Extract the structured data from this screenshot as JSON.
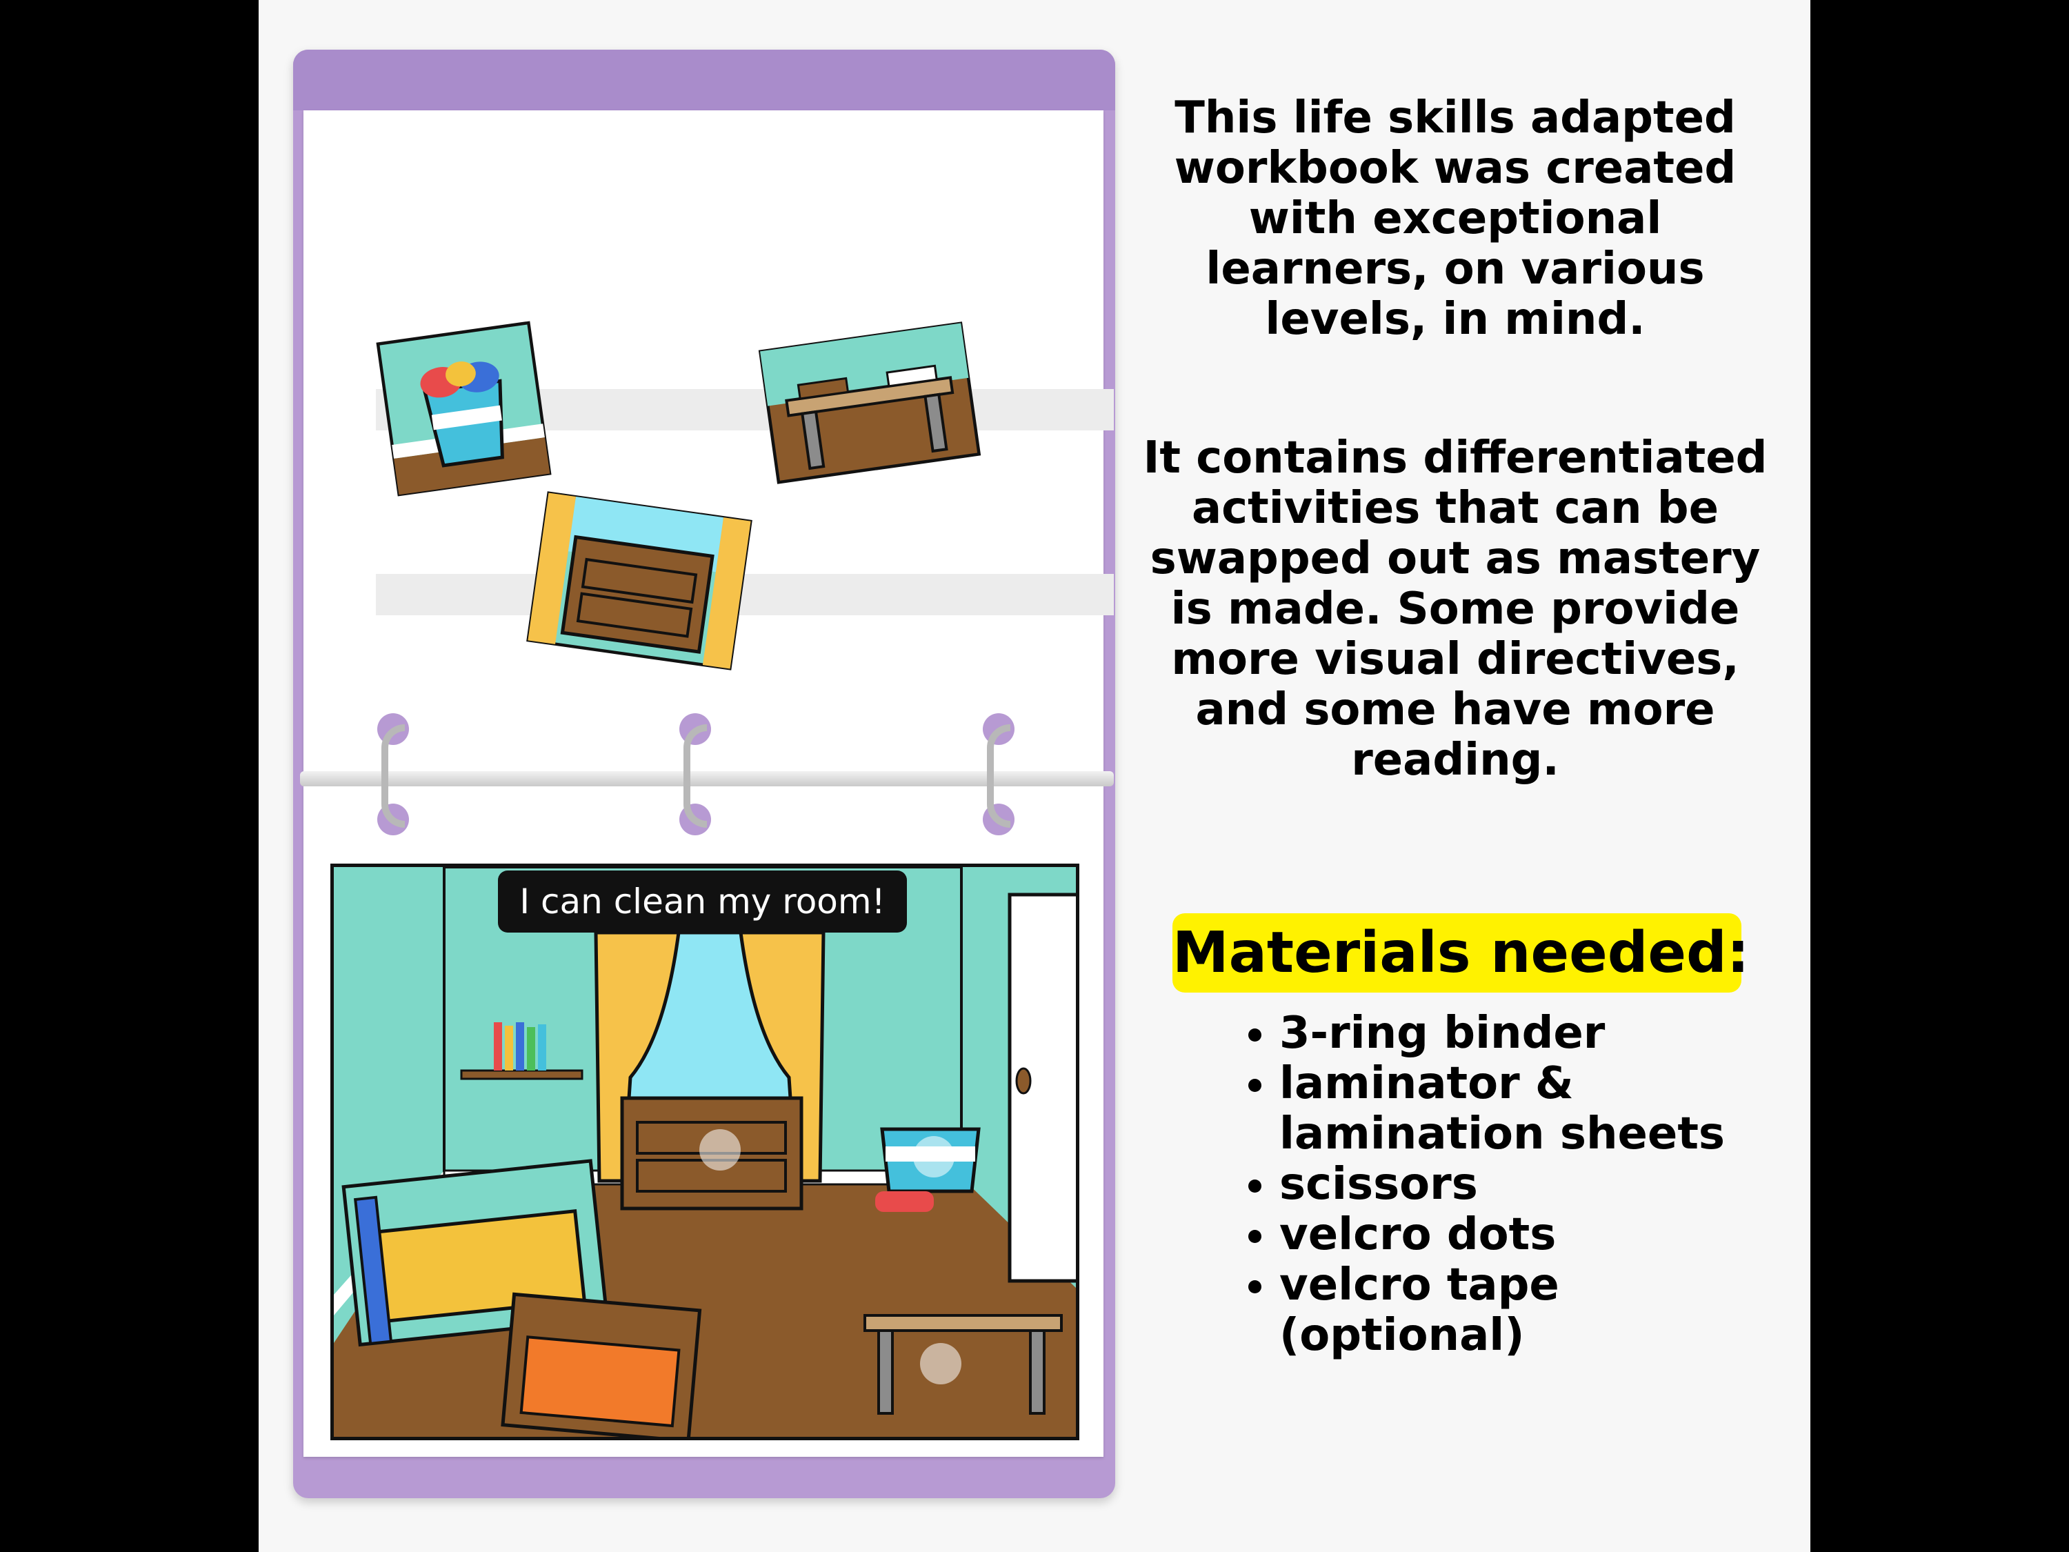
{
  "intro": {
    "paragraph_1": "This life skills adapted workbook was created with exceptional learners, on various levels, in mind.",
    "paragraph_2": "It contains differentiated activities that can be swapped out as mastery is made. Some provide more visual directives, and some have more reading."
  },
  "materials": {
    "title": "Materials needed:",
    "items": [
      "3-ring binder",
      "laminator & lamination sheets",
      "scissors",
      "velcro dots",
      "velcro tape (optional)"
    ]
  },
  "binder": {
    "scene_caption": "I can clean my room!",
    "colors": {
      "binder": "#b79ad3",
      "wall": "#7ed8c8",
      "floor": "#8b5a2b",
      "curtain": "#f6c24a",
      "highlight": "#fff200"
    }
  }
}
